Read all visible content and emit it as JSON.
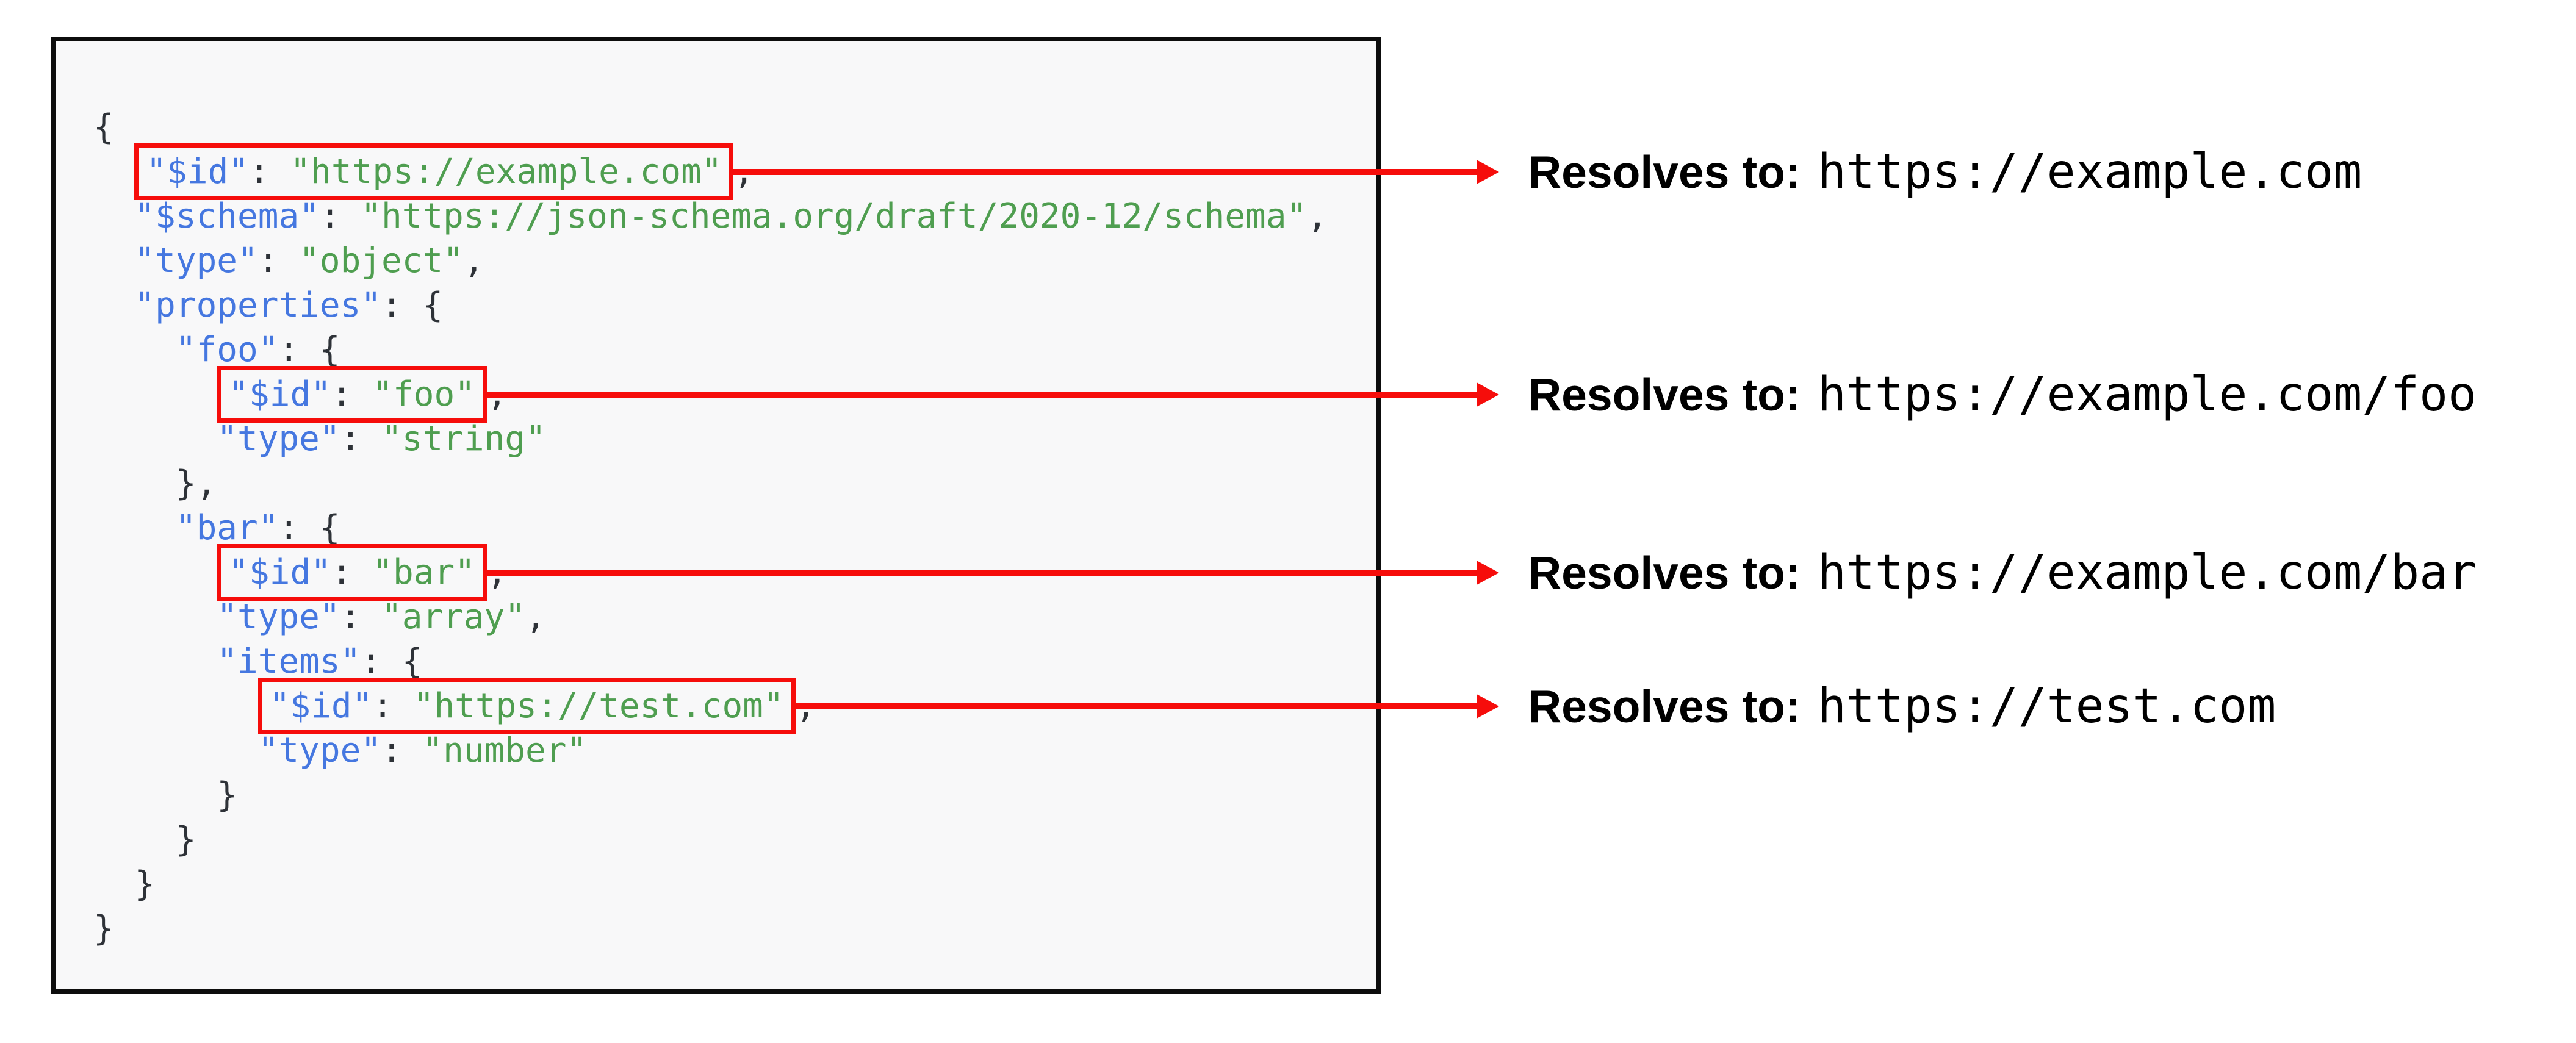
{
  "palette": {
    "arrow_red": "#f60d0b",
    "key_blue": "#4577e0",
    "string_green": "#4f9e50",
    "punct_dark": "#2e3238",
    "code_background": "#f8f8f9",
    "box_border_black": "#0d0d0d",
    "page_background": "#ffffff",
    "annotation_text": "#000000"
  },
  "code_block": {
    "language": "json",
    "lines": [
      [
        {
          "text": "{",
          "type": "punct"
        }
      ],
      [
        {
          "text": "  ",
          "type": "punct"
        },
        {
          "type": "box",
          "arrow": 0,
          "children": [
            {
              "text": "\"$id\"",
              "type": "key"
            },
            {
              "text": ": ",
              "type": "punct"
            },
            {
              "text": "\"https://example.com\"",
              "type": "string"
            }
          ]
        },
        {
          "text": ",",
          "type": "punct"
        }
      ],
      [
        {
          "text": "  ",
          "type": "punct"
        },
        {
          "text": "\"$schema\"",
          "type": "key"
        },
        {
          "text": ": ",
          "type": "punct"
        },
        {
          "text": "\"https://json-schema.org/draft/2020-12/schema\"",
          "type": "string"
        },
        {
          "text": ",",
          "type": "punct"
        }
      ],
      [
        {
          "text": "  ",
          "type": "punct"
        },
        {
          "text": "\"type\"",
          "type": "key"
        },
        {
          "text": ": ",
          "type": "punct"
        },
        {
          "text": "\"object\"",
          "type": "string"
        },
        {
          "text": ",",
          "type": "punct"
        }
      ],
      [
        {
          "text": "  ",
          "type": "punct"
        },
        {
          "text": "\"properties\"",
          "type": "key"
        },
        {
          "text": ": {",
          "type": "punct"
        }
      ],
      [
        {
          "text": "    ",
          "type": "punct"
        },
        {
          "text": "\"foo\"",
          "type": "key"
        },
        {
          "text": ": {",
          "type": "punct"
        }
      ],
      [
        {
          "text": "      ",
          "type": "punct"
        },
        {
          "type": "box",
          "arrow": 1,
          "children": [
            {
              "text": "\"$id\"",
              "type": "key"
            },
            {
              "text": ": ",
              "type": "punct"
            },
            {
              "text": "\"foo\"",
              "type": "string"
            }
          ]
        },
        {
          "text": ",",
          "type": "punct"
        }
      ],
      [
        {
          "text": "      ",
          "type": "punct"
        },
        {
          "text": "\"type\"",
          "type": "key"
        },
        {
          "text": ": ",
          "type": "punct"
        },
        {
          "text": "\"string\"",
          "type": "string"
        }
      ],
      [
        {
          "text": "    },",
          "type": "punct"
        }
      ],
      [
        {
          "text": "    ",
          "type": "punct"
        },
        {
          "text": "\"bar\"",
          "type": "key"
        },
        {
          "text": ": {",
          "type": "punct"
        }
      ],
      [
        {
          "text": "      ",
          "type": "punct"
        },
        {
          "type": "box",
          "arrow": 2,
          "children": [
            {
              "text": "\"$id\"",
              "type": "key"
            },
            {
              "text": ": ",
              "type": "punct"
            },
            {
              "text": "\"bar\"",
              "type": "string"
            }
          ]
        },
        {
          "text": ",",
          "type": "punct"
        }
      ],
      [
        {
          "text": "      ",
          "type": "punct"
        },
        {
          "text": "\"type\"",
          "type": "key"
        },
        {
          "text": ": ",
          "type": "punct"
        },
        {
          "text": "\"array\"",
          "type": "string"
        },
        {
          "text": ",",
          "type": "punct"
        }
      ],
      [
        {
          "text": "      ",
          "type": "punct"
        },
        {
          "text": "\"items\"",
          "type": "key"
        },
        {
          "text": ": {",
          "type": "punct"
        }
      ],
      [
        {
          "text": "        ",
          "type": "punct"
        },
        {
          "type": "box",
          "arrow": 3,
          "children": [
            {
              "text": "\"$id\"",
              "type": "key"
            },
            {
              "text": ": ",
              "type": "punct"
            },
            {
              "text": "\"https://test.com\"",
              "type": "string"
            }
          ]
        },
        {
          "text": ",",
          "type": "punct"
        }
      ],
      [
        {
          "text": "        ",
          "type": "punct"
        },
        {
          "text": "\"type\"",
          "type": "key"
        },
        {
          "text": ": ",
          "type": "punct"
        },
        {
          "text": "\"number\"",
          "type": "string"
        }
      ],
      [
        {
          "text": "      }",
          "type": "punct"
        }
      ],
      [
        {
          "text": "    }",
          "type": "punct"
        }
      ],
      [
        {
          "text": "  }",
          "type": "punct"
        }
      ],
      [
        {
          "text": "}",
          "type": "punct"
        }
      ]
    ]
  },
  "annotations": [
    {
      "label": "Resolves to:",
      "url": "https://example.com"
    },
    {
      "label": "Resolves to:",
      "url": "https://example.com/foo"
    },
    {
      "label": "Resolves to:",
      "url": "https://example.com/bar"
    },
    {
      "label": "Resolves to:",
      "url": "https://test.com"
    }
  ]
}
